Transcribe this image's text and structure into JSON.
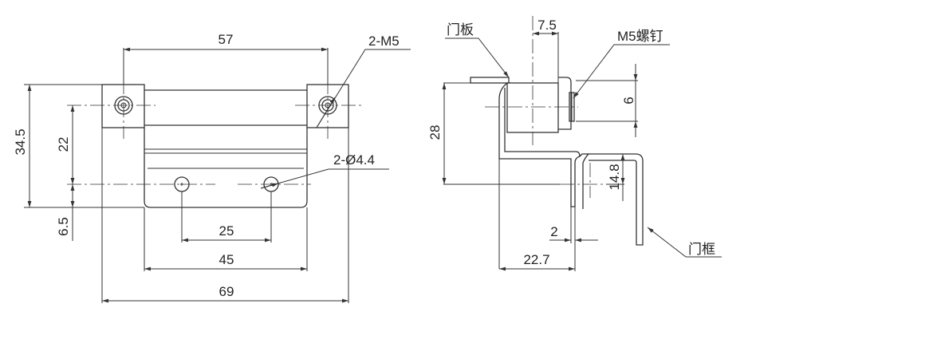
{
  "dims": {
    "d57": "57",
    "d69": "69",
    "d45": "45",
    "d25": "25",
    "d34_5": "34.5",
    "d22": "22",
    "d6_5": "6.5",
    "d2_m5": "2-M5",
    "d2_dia": "2-Ø4.4",
    "d7_5": "7.5",
    "d6": "6",
    "d28": "28",
    "d14_8": "14.8",
    "d2": "2",
    "d22_7": "22.7"
  },
  "labels": {
    "door_panel": "门板",
    "m5_screw": "M5螺钉",
    "door_frame": "门框"
  }
}
